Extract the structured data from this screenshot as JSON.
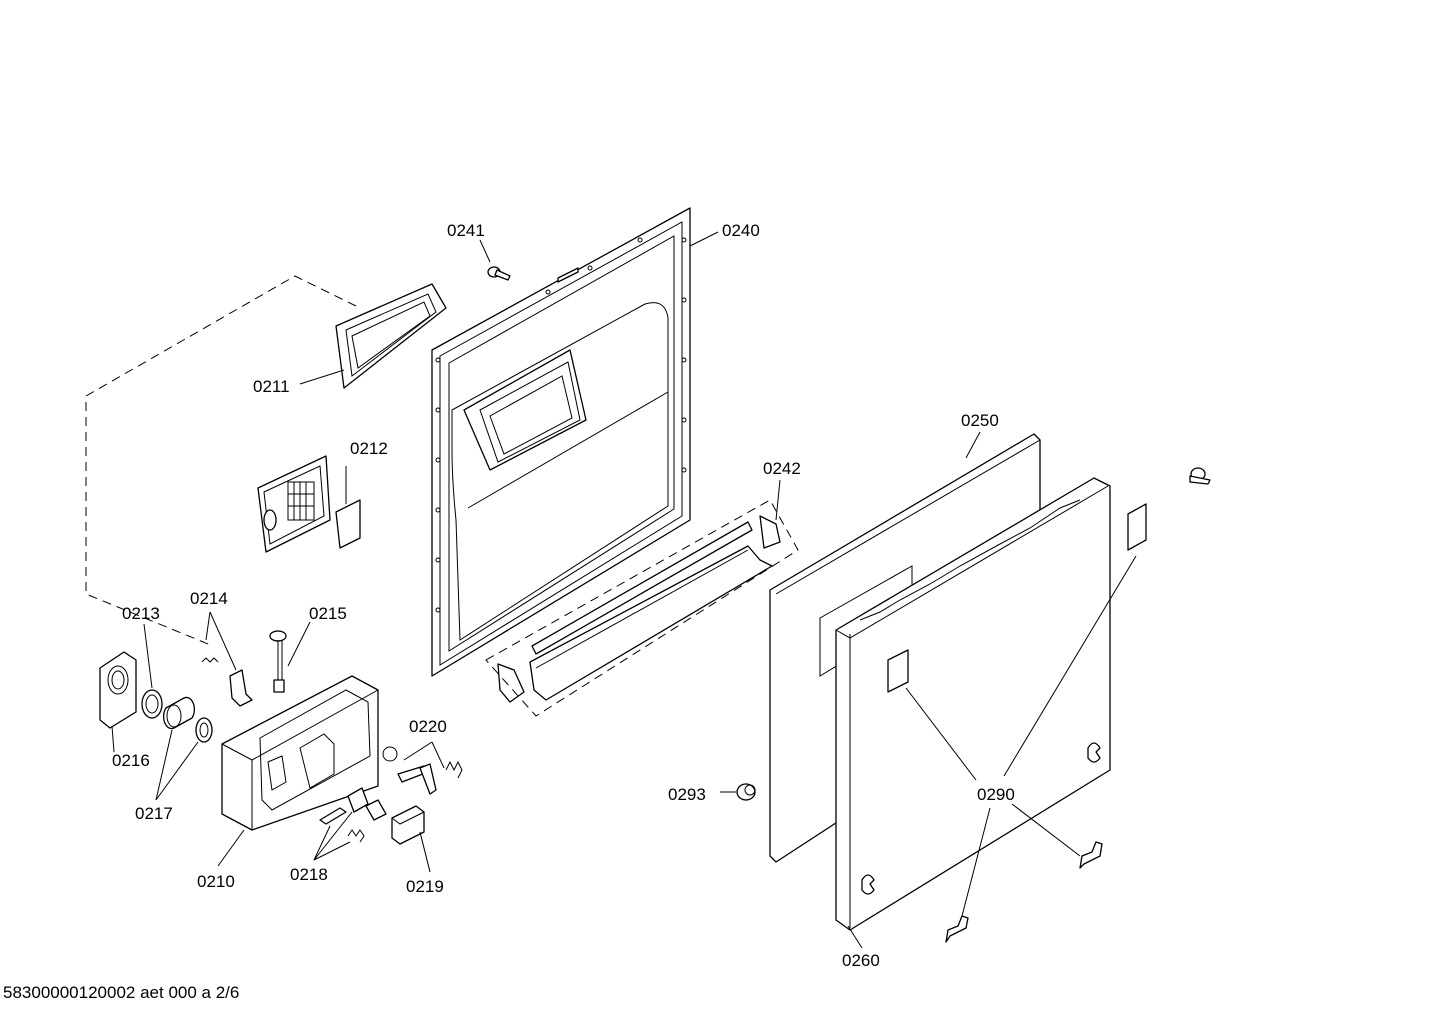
{
  "footer": {
    "document_code": "58300000120002 aet 000 a 2/6"
  },
  "callouts": {
    "c0241": "0241",
    "c0240": "0240",
    "c0211": "0211",
    "c0212": "0212",
    "c0250": "0250",
    "c0242": "0242",
    "c0213": "0213",
    "c0214": "0214",
    "c0215": "0215",
    "c0216": "0216",
    "c0217": "0217",
    "c0220": "0220",
    "c0293": "0293",
    "c0290": "0290",
    "c0210": "0210",
    "c0218": "0218",
    "c0219": "0219",
    "c0260": "0260"
  }
}
